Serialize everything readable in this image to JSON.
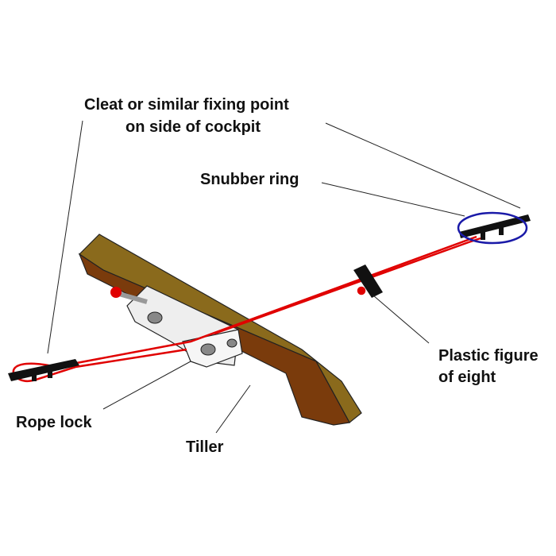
{
  "labels": {
    "cleat_line1": "Cleat or similar fixing point",
    "cleat_line2": "on side of cockpit",
    "snubber": "Snubber ring",
    "figure_line1": "Plastic figure",
    "figure_line2": "of eight",
    "rope_lock": "Rope lock",
    "tiller": "Tiller"
  },
  "colors": {
    "rope": "#e00000",
    "ring": "#1a1aa8",
    "tiller_top": "#8a6a1c",
    "tiller_side": "#7a3b0c"
  }
}
